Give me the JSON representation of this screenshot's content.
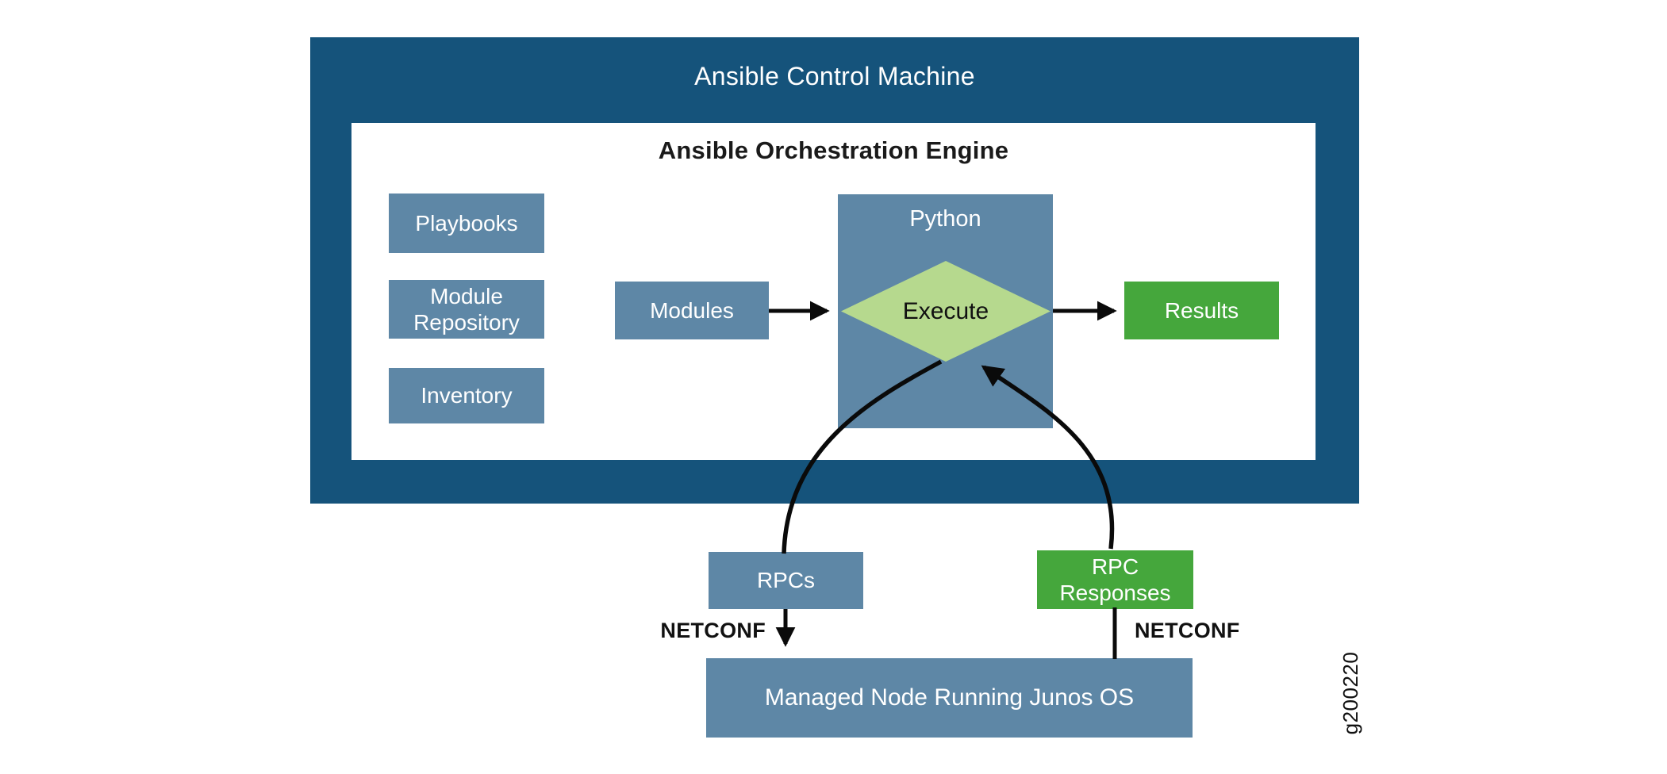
{
  "diagram": {
    "title": "Ansible Control Machine",
    "engine_title": "Ansible Orchestration Engine",
    "boxes": {
      "playbooks": "Playbooks",
      "module_repository": "Module Repository",
      "inventory": "Inventory",
      "modules": "Modules",
      "python": "Python",
      "execute": "Execute",
      "results": "Results",
      "rpcs": "RPCs",
      "rpc_responses": "RPC Responses",
      "managed_node": "Managed Node Running Junos OS"
    },
    "labels": {
      "netconf_left": "NETCONF",
      "netconf_right": "NETCONF",
      "figure_id": "g200220"
    },
    "colors": {
      "dark_blue": "#15537B",
      "steel_blue": "#5E87A6",
      "green": "#45A73C",
      "light_green": "#B6D98E",
      "arrow_black": "#0A0A0A",
      "white_text": "#FFFFFF"
    },
    "connections": [
      {
        "from": "Modules",
        "to": "Python / Execute",
        "style": "straight-arrow"
      },
      {
        "from": "Python / Execute",
        "to": "Results",
        "style": "straight-arrow"
      },
      {
        "from": "Execute",
        "to": "RPCs",
        "style": "curve"
      },
      {
        "from": "RPCs",
        "to": "Managed Node Running Junos OS",
        "style": "straight-arrow",
        "label": "NETCONF"
      },
      {
        "from": "Managed Node Running Junos OS",
        "to": "RPC Responses",
        "style": "straight-line",
        "label": "NETCONF"
      },
      {
        "from": "RPC Responses",
        "to": "Execute",
        "style": "curve-arrow"
      }
    ]
  }
}
